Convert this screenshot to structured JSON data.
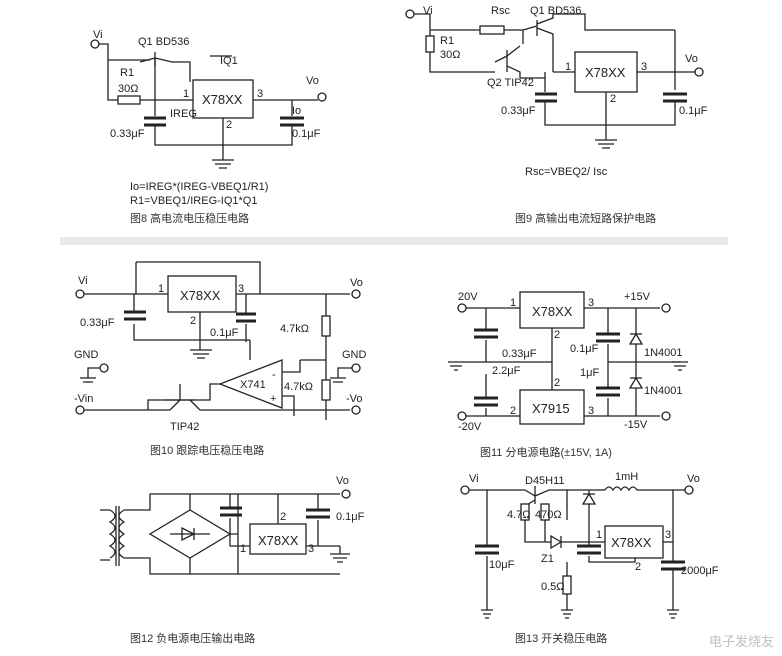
{
  "fig8": {
    "vi": "Vi",
    "q1": "Q1 BD536",
    "iq1": "IQ1",
    "r1": "R1",
    "r1v": "30Ω",
    "ireg": "IREG",
    "reg": "X78XX",
    "p1": "1",
    "p2": "2",
    "p3": "3",
    "io": "Io",
    "vo": "Vo",
    "c1": "0.33μF",
    "c2": "0.1μF",
    "f1": "Io=IREG*(IREG-VBEQ1/R1)",
    "f2": "R1=VBEQ1/IREG-IQ1*Q1",
    "caption": "图8 高电流电压稳压电路"
  },
  "fig9": {
    "vi": "Vi",
    "rsc": "Rsc",
    "q1": "Q1 BD536",
    "r1": "R1",
    "r1v": "30Ω",
    "q2": "Q2 TIP42",
    "reg": "X78XX",
    "p1": "1",
    "p2": "2",
    "p3": "3",
    "vo": "Vo",
    "c1": "0.33μF",
    "c2": "0.1μF",
    "f1": "Rsc=VBEQ2/ Isc",
    "caption": "图9 高输出电流短路保护电路"
  },
  "fig10": {
    "vi": "Vi",
    "reg": "X78XX",
    "p1": "1",
    "p2": "2",
    "p3": "3",
    "vo": "Vo",
    "c1": "0.33μF",
    "c2": "0.1μF",
    "r1": "4.7kΩ",
    "r2": "4.7kΩ",
    "gnd_l": "GND",
    "gnd_r": "GND",
    "op": "X741",
    "minus": "-",
    "plus": "+",
    "vin": "-Vin",
    "nvo": "-Vo",
    "q": "TIP42",
    "caption": "图10 跟踪电压稳压电路"
  },
  "fig11": {
    "v20": "20V",
    "vn20": "-20V",
    "reg1": "X78XX",
    "reg2": "X7915",
    "p1": "1",
    "p2": "2",
    "p3": "3",
    "p2b": "2",
    "p1b": "2",
    "p3b": "3",
    "vp15": "+15V",
    "vn15": "-15V",
    "c1": "0.33μF",
    "c2": "2.2μF",
    "c3": "0.1μF",
    "c4": "1μF",
    "d1": "1N4001",
    "d2": "1N4001",
    "caption": "图11 分电源电路(±15V, 1A)"
  },
  "fig12": {
    "vo": "Vo",
    "reg": "X78XX",
    "p1": "1",
    "p2": "2",
    "p3": "3",
    "c": "0.1μF",
    "caption": "图12 负电源电压输出电路"
  },
  "fig13": {
    "vi": "Vi",
    "q": "D45H11",
    "ind": "1mH",
    "vo": "Vo",
    "r1": "4.7Ω",
    "r2": "470Ω",
    "z": "Z1",
    "reg": "X78XX",
    "p1": "1",
    "p2": "2",
    "p3": "3",
    "c1": "10μF",
    "c2": "2000μF",
    "r3": "0.5Ω",
    "caption": "图13 开关稳压电路"
  },
  "watermark": "电子发烧友"
}
